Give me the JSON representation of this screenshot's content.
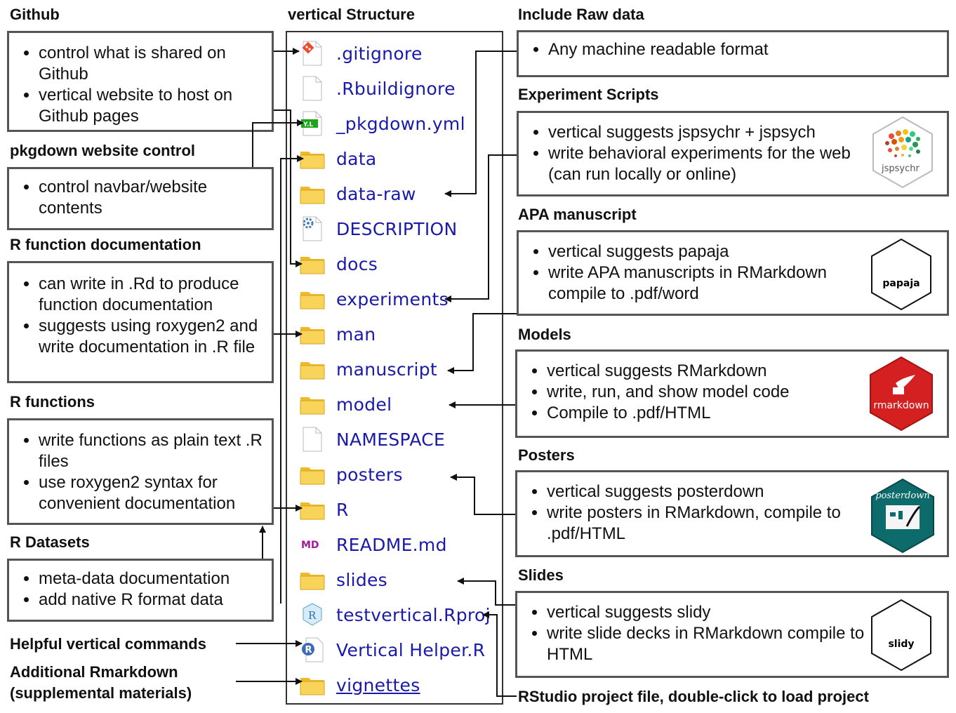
{
  "tree": {
    "title": "vertical Structure",
    "items": [
      {
        "label": ".gitignore",
        "icon": "git-file-icon"
      },
      {
        "label": ".Rbuildignore",
        "icon": "blank-file-icon"
      },
      {
        "label": "_pkgdown.yml",
        "icon": "yaml-file-icon"
      },
      {
        "label": "data",
        "icon": "folder-icon"
      },
      {
        "label": "data-raw",
        "icon": "folder-icon"
      },
      {
        "label": "DESCRIPTION",
        "icon": "gear-file-icon"
      },
      {
        "label": "docs",
        "icon": "folder-icon"
      },
      {
        "label": "experiments",
        "icon": "folder-icon"
      },
      {
        "label": "man",
        "icon": "folder-icon"
      },
      {
        "label": "manuscript",
        "icon": "folder-icon"
      },
      {
        "label": "model",
        "icon": "folder-icon"
      },
      {
        "label": "NAMESPACE",
        "icon": "blank-file-icon"
      },
      {
        "label": "posters",
        "icon": "folder-icon"
      },
      {
        "label": "R",
        "icon": "folder-icon"
      },
      {
        "label": "README.md",
        "icon": "markdown-file-icon"
      },
      {
        "label": "slides",
        "icon": "folder-icon"
      },
      {
        "label": "testvertical.Rproj",
        "icon": "rproj-file-icon"
      },
      {
        "label": "Vertical Helper.R",
        "icon": "r-script-icon"
      },
      {
        "label": "vignettes",
        "icon": "folder-icon"
      }
    ]
  },
  "left": {
    "github": {
      "title": "Github",
      "bullets": [
        "control what is shared on Github",
        "vertical website to host on Github pages"
      ]
    },
    "pkgdown": {
      "title": "pkgdown website control",
      "bullets": [
        "control navbar/website contents"
      ]
    },
    "rdoc": {
      "title": "R function documentation",
      "bullets": [
        "can write in .Rd to produce function documentation",
        "suggests using roxygen2 and write documentation in .R file"
      ]
    },
    "rfunc": {
      "title": "R functions",
      "bullets": [
        "write functions as plain text .R files",
        "use roxygen2 syntax for convenient documentation"
      ]
    },
    "rdata": {
      "title": "R Datasets",
      "bullets": [
        "meta-data documentation",
        "add native R format data"
      ]
    },
    "helpful": "Helpful vertical commands",
    "additional_line1": "Additional Rmarkdown",
    "additional_line2": "(supplemental materials)"
  },
  "right": {
    "raw": {
      "title": "Include Raw data",
      "bullets": [
        "Any machine readable format"
      ]
    },
    "exp": {
      "title": "Experiment Scripts",
      "bullets": [
        "vertical suggests jspsychr + jspsych",
        "write behavioral experiments for the web (can run locally or online)"
      ],
      "logo": "jspsychr"
    },
    "apa": {
      "title": "APA manuscript",
      "bullets": [
        "vertical suggests papaja",
        "write APA manuscripts in RMarkdown compile to .pdf/word"
      ],
      "logo": "papaja"
    },
    "models": {
      "title": "Models",
      "bullets": [
        "vertical suggests RMarkdown",
        "write, run, and show model code",
        "Compile to .pdf/HTML"
      ],
      "logo": "rmarkdown"
    },
    "posters": {
      "title": "Posters",
      "bullets": [
        "vertical suggests posterdown",
        "write posters in RMarkdown, compile to .pdf/HTML"
      ],
      "logo": "posterdown"
    },
    "slides": {
      "title": "Slides",
      "bullets": [
        "vertical suggests slidy",
        "write slide decks in RMarkdown compile to HTML"
      ],
      "logo": "slidy"
    },
    "rstudio": "RStudio project file, double-click to load project"
  },
  "colors": {
    "label": "#1a1aa8",
    "border": "#555555",
    "folder": "#f4c430",
    "rmarkdown": "#d42020",
    "posterdown": "#0e6b6b"
  }
}
